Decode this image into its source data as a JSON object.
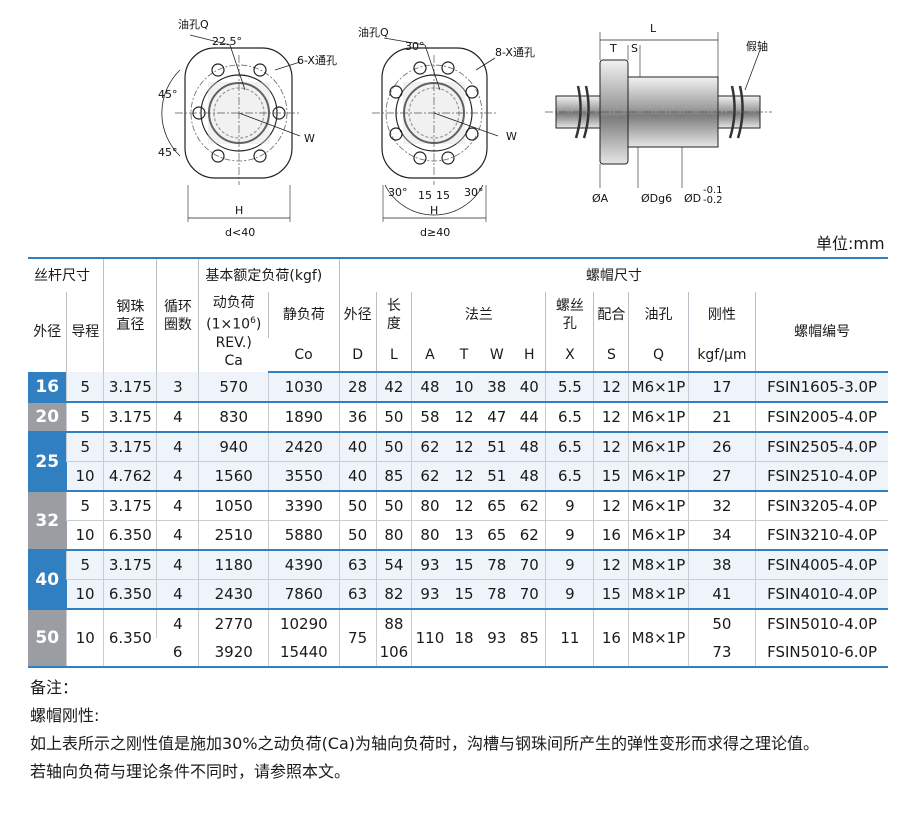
{
  "drawings": {
    "fig1": {
      "oil_hole": "油孔Q",
      "angle": "22.5°",
      "holes": "6-X通孔",
      "angle_left_top": "45°",
      "angle_left_bottom": "45°",
      "w": "W",
      "h": "H",
      "cond": "d<40"
    },
    "fig2": {
      "oil_hole": "油孔Q",
      "angle": "30°",
      "holes": "8-X通孔",
      "w": "W",
      "a1": "30°",
      "a2": "15",
      "a3": "15",
      "a4": "30°",
      "h": "H",
      "cond": "d≥40"
    },
    "fig3": {
      "l": "L",
      "t": "T",
      "s": "S",
      "dummy": "假轴",
      "phiA": "ØA",
      "phiD": "ØDg6",
      "phiD2": "ØD",
      "tol_top": "-0.1",
      "tol_bot": "-0.2"
    }
  },
  "unit": "单位:mm",
  "header": {
    "screw": "丝杆尺寸",
    "od": "外径",
    "lead": "导程",
    "ball_l1": "钢珠",
    "ball_l2": "直径",
    "circ_l1": "循环",
    "circ_l2": "圈数",
    "load": "基本额定负荷(kgf)",
    "nut": "螺帽尺寸",
    "dyn_l1": "动负荷",
    "dyn_l2": "(1×10",
    "dyn_sup": "6",
    "dyn_l3": "REV.)",
    "dyn_l4": "Ca",
    "stat": "静负荷",
    "stat_sub": "Co",
    "outer": "外径",
    "outer_sub": "D",
    "length_l1": "长",
    "length_l2": "度",
    "length_sub": "L",
    "flange": "法兰",
    "fa": "A",
    "ft": "T",
    "fw": "W",
    "fh": "H",
    "thread_l1": "螺丝",
    "thread_l2": "孔",
    "thread_sub": "X",
    "fit": "配合",
    "fit_sub": "S",
    "oil": "油孔",
    "oil_sub": "Q",
    "rig": "刚性",
    "rig_sub": "kgf/μm",
    "code": "螺帽编号"
  },
  "rows": [
    {
      "od": "16",
      "lead": "5",
      "ball": "3.175",
      "circ": "3",
      "ca": "570",
      "co": "1030",
      "d": "28",
      "l": "42",
      "a": "48",
      "t": "10",
      "w": "38",
      "h": "40",
      "x": "5.5",
      "s": "12",
      "q": "M6×1P",
      "k": "17",
      "code": "FSIN1605-3.0P"
    },
    {
      "od": "20",
      "lead": "5",
      "ball": "3.175",
      "circ": "4",
      "ca": "830",
      "co": "1890",
      "d": "36",
      "l": "50",
      "a": "58",
      "t": "12",
      "w": "47",
      "h": "44",
      "x": "6.5",
      "s": "12",
      "q": "M6×1P",
      "k": "21",
      "code": "FSIN2005-4.0P"
    },
    {
      "od": "25",
      "lead": "5",
      "ball": "3.175",
      "circ": "4",
      "ca": "940",
      "co": "2420",
      "d": "40",
      "l": "50",
      "a": "62",
      "t": "12",
      "w": "51",
      "h": "48",
      "x": "6.5",
      "s": "12",
      "q": "M6×1P",
      "k": "26",
      "code": "FSIN2505-4.0P"
    },
    {
      "lead": "10",
      "ball": "4.762",
      "circ": "4",
      "ca": "1560",
      "co": "3550",
      "d": "40",
      "l": "85",
      "a": "62",
      "t": "12",
      "w": "51",
      "h": "48",
      "x": "6.5",
      "s": "15",
      "q": "M6×1P",
      "k": "27",
      "code": "FSIN2510-4.0P"
    },
    {
      "od": "32",
      "lead": "5",
      "ball": "3.175",
      "circ": "4",
      "ca": "1050",
      "co": "3390",
      "d": "50",
      "l": "50",
      "a": "80",
      "t": "12",
      "w": "65",
      "h": "62",
      "x": "9",
      "s": "12",
      "q": "M6×1P",
      "k": "32",
      "code": "FSIN3205-4.0P"
    },
    {
      "lead": "10",
      "ball": "6.350",
      "circ": "4",
      "ca": "2510",
      "co": "5880",
      "d": "50",
      "l": "80",
      "a": "80",
      "t": "13",
      "w": "65",
      "h": "62",
      "x": "9",
      "s": "16",
      "q": "M6×1P",
      "k": "34",
      "code": "FSIN3210-4.0P"
    },
    {
      "od": "40",
      "lead": "5",
      "ball": "3.175",
      "circ": "4",
      "ca": "1180",
      "co": "4390",
      "d": "63",
      "l": "54",
      "a": "93",
      "t": "15",
      "w": "78",
      "h": "70",
      "x": "9",
      "s": "12",
      "q": "M8×1P",
      "k": "38",
      "code": "FSIN4005-4.0P"
    },
    {
      "lead": "10",
      "ball": "6.350",
      "circ": "4",
      "ca": "2430",
      "co": "7860",
      "d": "63",
      "l": "82",
      "a": "93",
      "t": "15",
      "w": "78",
      "h": "70",
      "x": "9",
      "s": "15",
      "q": "M8×1P",
      "k": "41",
      "code": "FSIN4010-4.0P"
    },
    {
      "od": "50",
      "lead": "10",
      "ball": "6.350",
      "circ": "4",
      "ca": "2770",
      "co": "10290",
      "d": "75",
      "l": "88",
      "a": "110",
      "t": "18",
      "w": "93",
      "h": "85",
      "x": "11",
      "s": "16",
      "q": "M8×1P",
      "k": "50",
      "code": "FSIN5010-4.0P"
    },
    {
      "circ": "6",
      "ca": "3920",
      "co": "15440",
      "l": "106",
      "k": "73",
      "code": "FSIN5010-6.0P"
    }
  ],
  "notes": {
    "title": "备注：",
    "sub": "螺帽刚性:",
    "p1": "如上表所示之刚性值是施加30%之动负荷(Ca)为轴向负荷时，沟槽与钢珠间所产生的弹性变形而求得之理论值。",
    "p2": "若轴向负荷与理论条件不同时，请参照本文。"
  },
  "colors": {
    "accent": "#2f7fc1",
    "gray": "#9a9ea3",
    "shade": "#eef4fa"
  }
}
